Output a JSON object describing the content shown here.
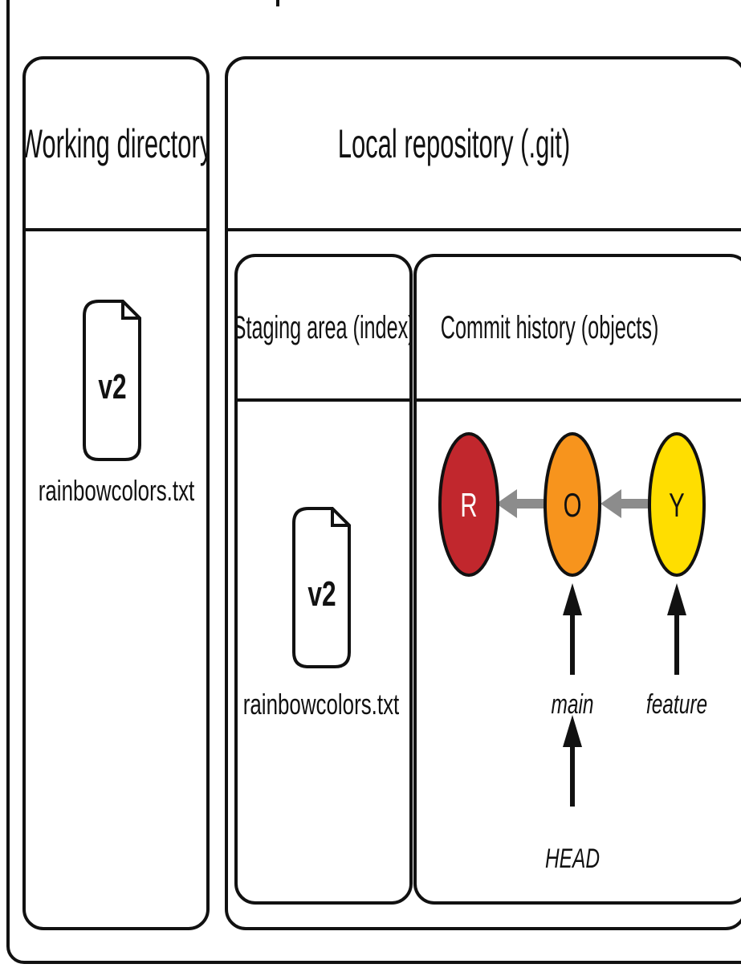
{
  "working_directory": {
    "title": "Working directory",
    "file": {
      "version": "v2",
      "name": "rainbowcolors.txt"
    }
  },
  "local_repository": {
    "title": "Local repository (.git)",
    "staging_area": {
      "title": "Staging area (index)",
      "file": {
        "version": "v2",
        "name": "rainbowcolors.txt"
      }
    },
    "commit_history": {
      "title": "Commit history (objects)",
      "commits": [
        {
          "label": "R",
          "color": "#C1272D",
          "text_color": "#ffffff"
        },
        {
          "label": "O",
          "color": "#F7941D",
          "text_color": "#111111"
        },
        {
          "label": "Y",
          "color": "#FFDE00",
          "text_color": "#111111"
        }
      ],
      "branches": {
        "main": "main",
        "feature": "feature"
      },
      "head": "HEAD",
      "arrow_color": "#8C8C8C"
    }
  }
}
